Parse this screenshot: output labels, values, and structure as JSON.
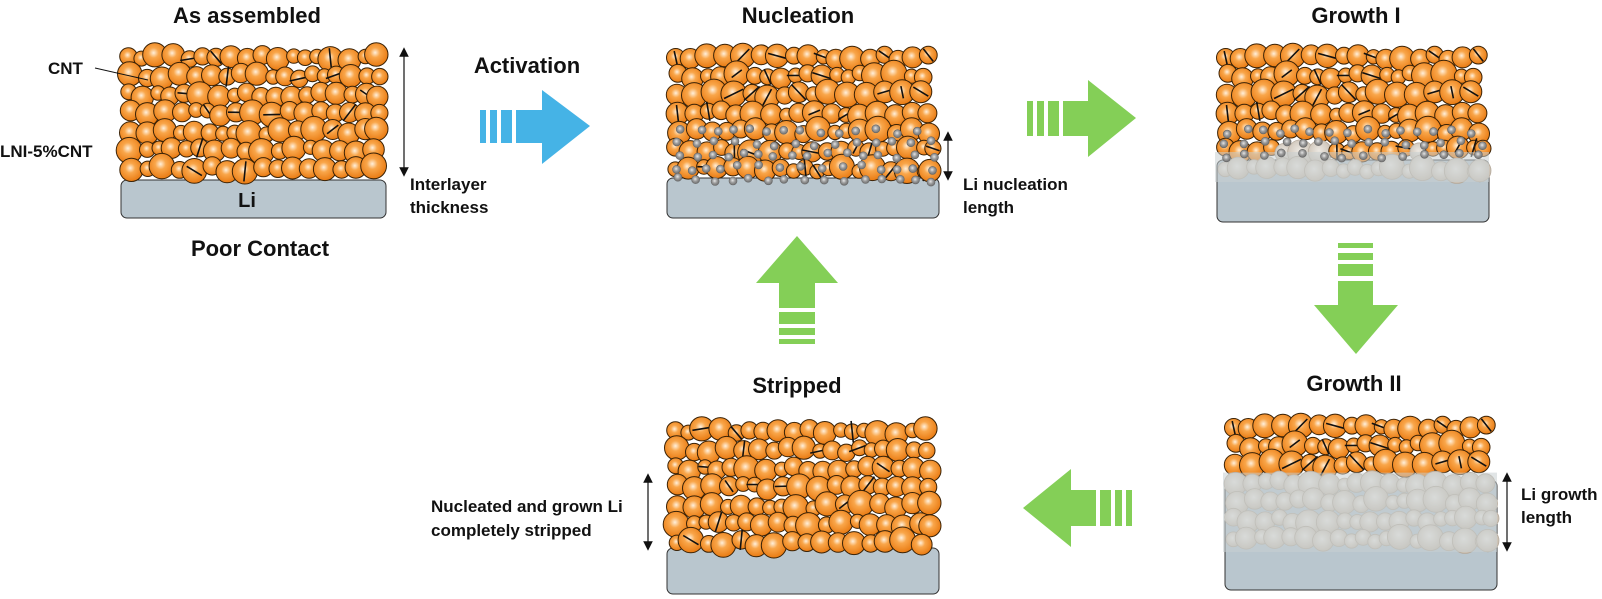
{
  "colors": {
    "particle_fill": "#f28a1f",
    "particle_highlight": "#ffd9a8",
    "particle_stroke": "#3a2206",
    "li_nuclei": "#8e8e8e",
    "li_grown_overlay": "#c8c8c0",
    "li_foil": "#b9c6ce",
    "activation_arrow": "#45b3e6",
    "cycle_arrow": "#84cf57",
    "text": "#111111"
  },
  "panels": {
    "as_assembled": {
      "title": "As assembled",
      "foil_label": "Li",
      "caption": "Poor Contact",
      "callout_cnt": "CNT",
      "callout_composite": "LNI-5%CNT",
      "dimension_label_line1": "Interlayer",
      "dimension_label_line2": "thickness"
    },
    "activation": {
      "label": "Activation"
    },
    "nucleation": {
      "title": "Nucleation",
      "dimension_label_line1": "Li nucleation",
      "dimension_label_line2": "length"
    },
    "growth_1": {
      "title": "Growth I"
    },
    "growth_2": {
      "title": "Growth II",
      "dimension_label_line1": "Li growth",
      "dimension_label_line2": "length"
    },
    "stripped": {
      "title": "Stripped",
      "dimension_label_line1": "Nucleated and grown Li",
      "dimension_label_line2": "completely stripped"
    }
  },
  "flow": [
    "As assembled",
    "Activation",
    "Nucleation",
    "Growth I",
    "Growth II",
    "Stripped",
    "Nucleation"
  ]
}
